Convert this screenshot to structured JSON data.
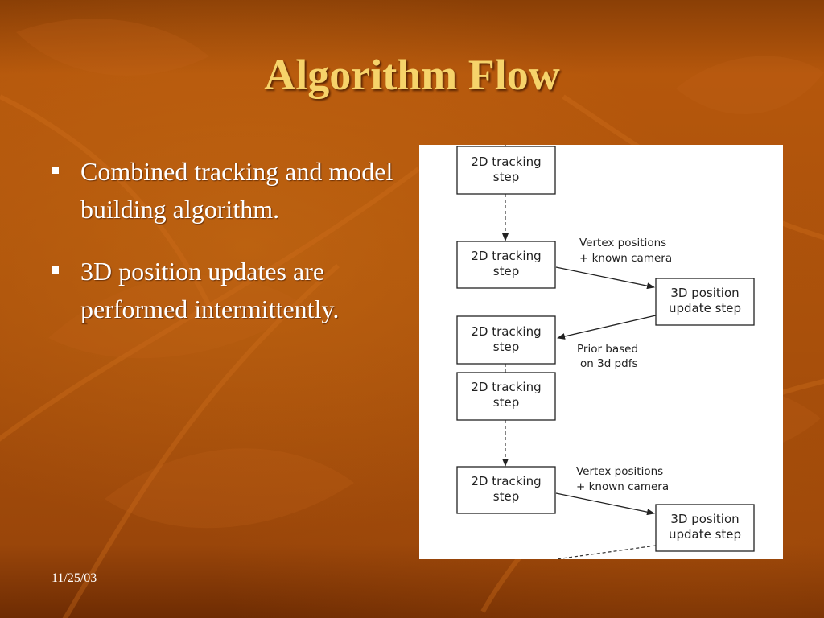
{
  "slide": {
    "title": "Algorithm Flow",
    "bullets": [
      "Combined tracking and model building algorithm.",
      "3D position updates are performed intermittently."
    ],
    "footer_date": "11/25/03"
  },
  "diagram": {
    "tracking_step": [
      "2D tracking",
      "step"
    ],
    "update_step": [
      "3D position",
      "update step"
    ],
    "input_label": [
      "Vertex positions",
      "+ known camera"
    ],
    "prior_label": [
      "Prior based",
      "on 3d pdfs"
    ]
  }
}
